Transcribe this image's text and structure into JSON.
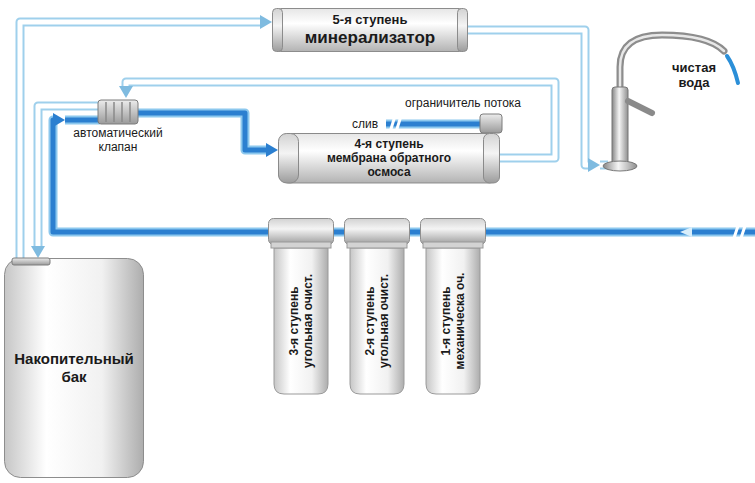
{
  "diagram": {
    "nodes": [
      {
        "text": [
          "5-я ступень",
          "минерализатор"
        ]
      },
      {
        "text": [
          "чистая вода"
        ]
      },
      {
        "text": [
          "автоматический клапан"
        ]
      },
      {
        "text": [
          "4-я ступень",
          "мембрана обратного осмоса"
        ]
      },
      {
        "text": [
          "3-я ступень",
          "угольная очист."
        ]
      },
      {
        "text": [
          "2-я ступень",
          "угольная очист."
        ]
      },
      {
        "text": [
          "1-я ступень",
          "механическа оч."
        ]
      },
      {
        "text": [
          "Накопительный бак"
        ]
      }
    ],
    "edges": [
      {
        "from": 6,
        "to": 5,
        "arrow": "none"
      },
      {
        "from": 5,
        "to": 4,
        "arrow": "none"
      },
      {
        "from": 4,
        "to": 2,
        "arrow": "to"
      },
      {
        "from": 2,
        "to": 3,
        "arrow": "to"
      },
      {
        "from": 3,
        "to": 2,
        "arrow": "to"
      },
      {
        "from": 2,
        "to": 7,
        "arrow": "to"
      },
      {
        "from": 7,
        "to": 0,
        "arrow": "to"
      },
      {
        "from": 0,
        "to": 1,
        "arrow": "to"
      }
    ],
    "labels": [
      "ограничитель потока",
      "слив"
    ]
  }
}
